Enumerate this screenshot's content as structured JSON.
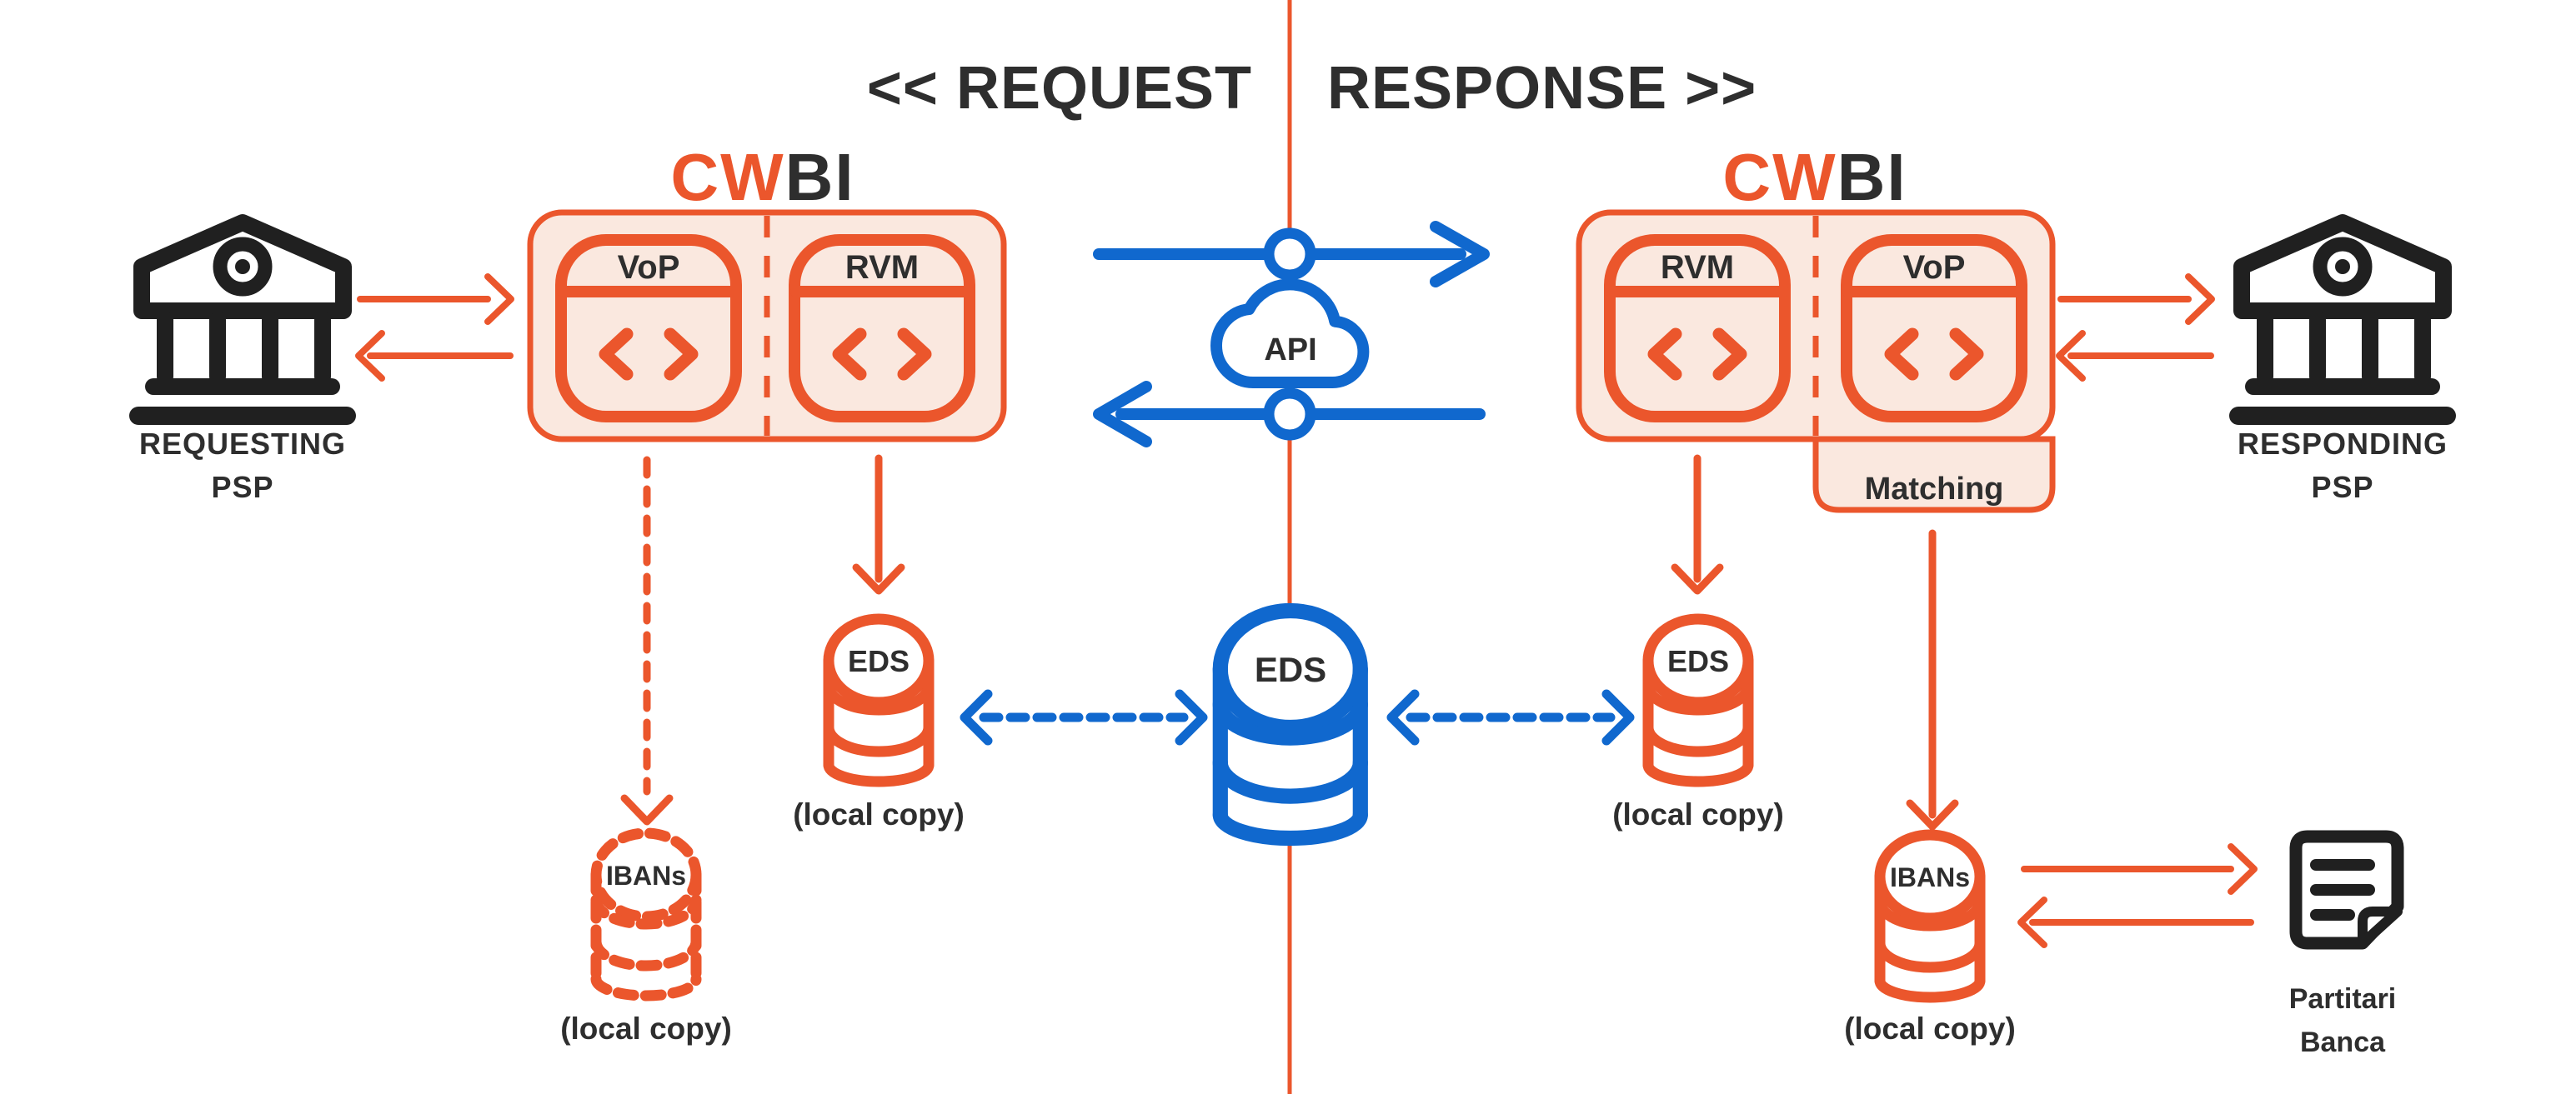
{
  "title": {
    "left": "<< REQUEST",
    "right": "RESPONSE >>"
  },
  "left_psp": {
    "name_line1": "REQUESTING",
    "name_line2": "PSP"
  },
  "right_psp": {
    "name_line1": "RESPONDING",
    "name_line2": "PSP"
  },
  "left_cwbi": {
    "logo_primary": "CW",
    "logo_secondary": "BI",
    "module_left": "VoP",
    "module_right": "RVM"
  },
  "right_cwbi": {
    "logo_primary": "CW",
    "logo_secondary": "BI",
    "module_left": "RVM",
    "module_right": "VoP",
    "matching_label": "Matching"
  },
  "api": {
    "label": "API"
  },
  "central_eds": {
    "label": "EDS"
  },
  "left_eds": {
    "label": "EDS",
    "caption": "(local copy)"
  },
  "right_eds": {
    "label": "EDS",
    "caption": "(local copy)"
  },
  "left_ibans": {
    "label": "IBANs",
    "caption": "(local copy)"
  },
  "right_ibans": {
    "label": "IBANs",
    "caption": "(local copy)"
  },
  "document": {
    "label_line1": "Partitari",
    "label_line2": "Banca"
  },
  "colors": {
    "orange": "#EB562C",
    "blue": "#1068CE",
    "dark": "#2E2E2E",
    "peach": "#FAE8DF",
    "ink": "#202020"
  }
}
